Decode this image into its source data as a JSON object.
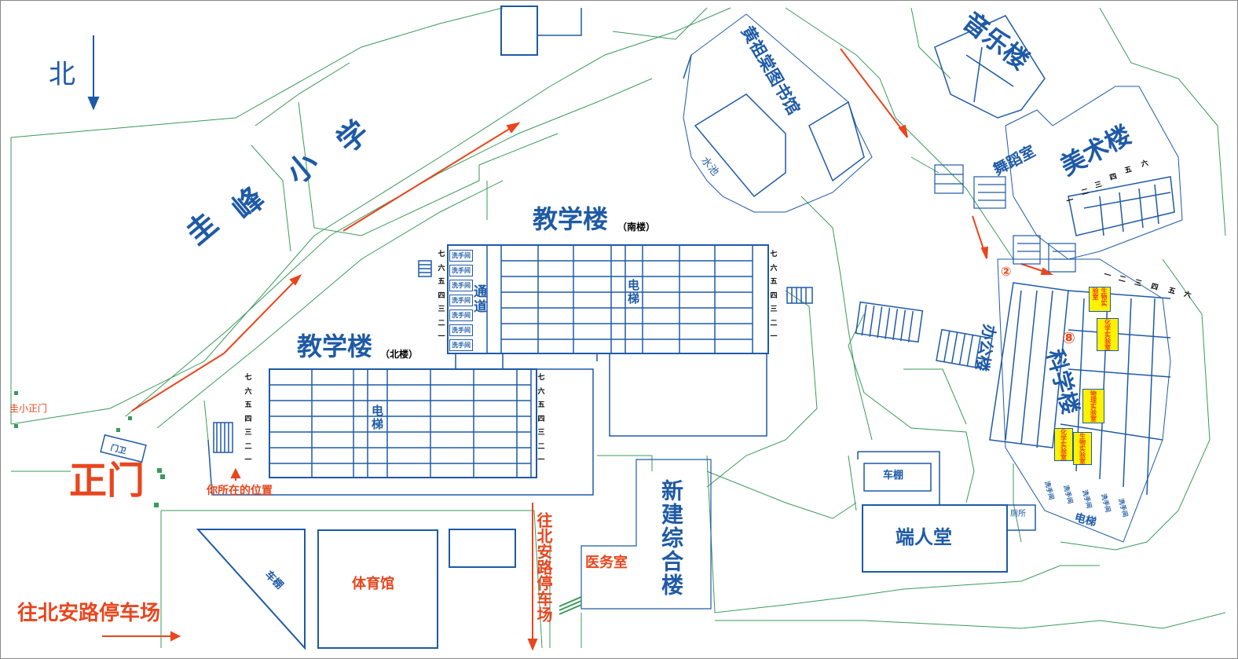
{
  "north": {
    "label": "北"
  },
  "buildings": {
    "school": {
      "name": "圭峰小学",
      "chars": [
        "圭",
        "峰",
        "小",
        "学"
      ]
    },
    "teaching_south": {
      "name": "教学楼",
      "sub": "（南楼）"
    },
    "teaching_north": {
      "name": "教学楼",
      "sub": "（北楼）"
    },
    "library": {
      "name": "黄祖棠图书馆"
    },
    "pool": {
      "name": "水池"
    },
    "music": {
      "name": "音乐楼"
    },
    "art": {
      "name": "美术楼"
    },
    "dance": {
      "name": "舞蹈室"
    },
    "office": {
      "name": "办公楼"
    },
    "science": {
      "name": "科学楼"
    },
    "new_complex": {
      "name": "新建综合楼"
    },
    "medical": {
      "name": "医务室"
    },
    "gym": {
      "name": "体育馆"
    },
    "duanren": {
      "name": "端人堂"
    },
    "carshed_east": {
      "name": "车棚"
    },
    "carshed_west": {
      "name": "车棚"
    },
    "toilet": {
      "name": "厕所"
    },
    "guard": {
      "name": "门卫"
    }
  },
  "labels": {
    "passage": "通道",
    "elevator": "电梯",
    "elevator_sci": "电梯",
    "washroom": "洗手间",
    "main_gate": "正门",
    "side_gate": "圭小正门",
    "you_are_here": "你所在的位置",
    "parking_bottom": "往北安路停车场",
    "parking_vertical": "往北安路停车场",
    "marker_2": "②",
    "marker_8": "⑧"
  },
  "floors": [
    "七",
    "六",
    "五",
    "四",
    "三",
    "二",
    "一"
  ],
  "floors_art": [
    "六",
    "五",
    "四",
    "三",
    "二",
    "一"
  ],
  "floors_sci": [
    "一",
    "二",
    "三",
    "四",
    "五",
    "六"
  ],
  "science_rooms": [
    "生物实验室",
    "化学实验室",
    "物理实验室",
    "化学实验室",
    "生物实验室"
  ],
  "science_bottom": [
    "洗手间",
    "洗手间",
    "洗手间",
    "洗手间",
    "洗手间"
  ],
  "colors": {
    "blue": "#1e5aa6",
    "red": "#e8461e",
    "green": "#3a9a5a",
    "yellow": "#fff200"
  }
}
